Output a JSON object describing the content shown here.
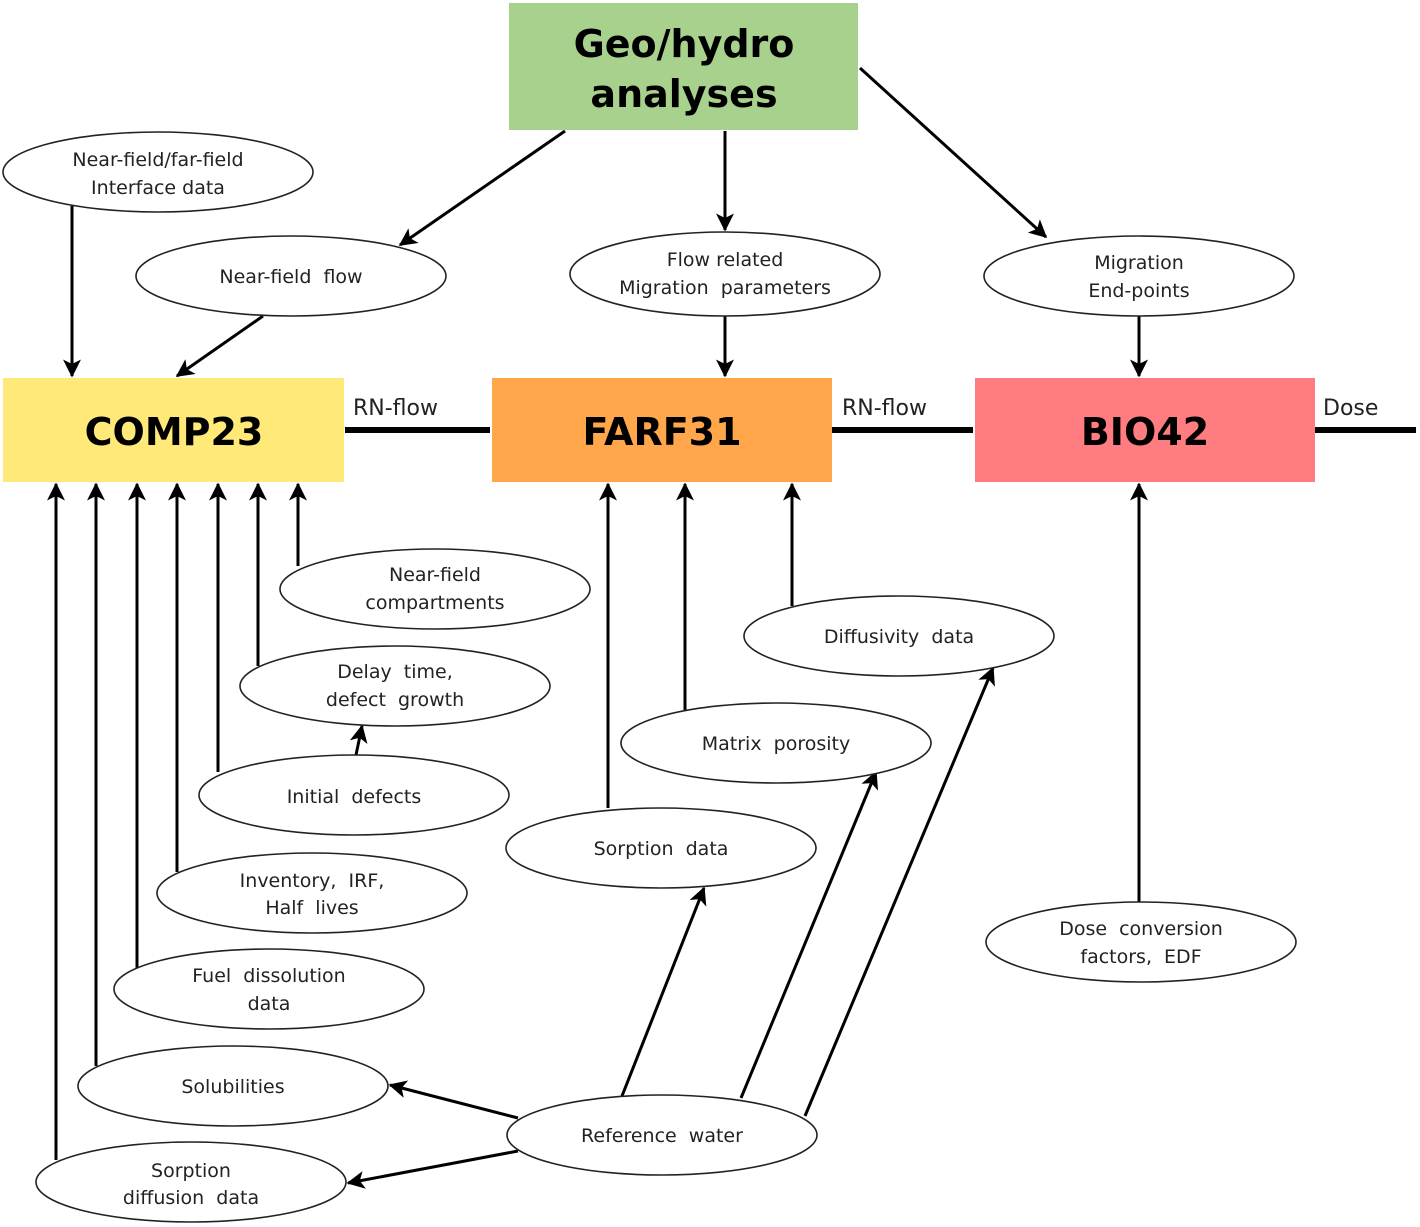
{
  "title": "Data flow between COMP23, FARF31 and BIO42 models",
  "boxes": {
    "geo": {
      "line1": "Geo/hydro",
      "line2": "analyses",
      "color": "#a9d18e"
    },
    "comp": {
      "label": "COMP23",
      "color": "#ffe979"
    },
    "farf": {
      "label": "FARF31",
      "color": "#ffa74a"
    },
    "bio": {
      "label": "BIO42",
      "color": "#ff7c80"
    }
  },
  "flows": {
    "comp_to_farf": "RN-flow",
    "farf_to_bio": "RN-flow",
    "bio_out": "Dose"
  },
  "ellipses": {
    "nf_ff": {
      "line1": "Near-field/far-field",
      "line2": "Interface data"
    },
    "nf_flow": {
      "line1": "Near-field  flow"
    },
    "flow_mig": {
      "line1": "Flow related",
      "line2": "Migration  parameters"
    },
    "mig_end": {
      "line1": "Migration",
      "line2": "End-points"
    },
    "nf_comp": {
      "line1": "Near-field",
      "line2": "compartments"
    },
    "delay": {
      "line1": "Delay  time,",
      "line2": "defect  growth"
    },
    "initial": {
      "line1": "Initial  defects"
    },
    "inventory": {
      "line1": "Inventory,  IRF,",
      "line2": "Half  lives"
    },
    "fuel": {
      "line1": "Fuel  dissolution",
      "line2": "data"
    },
    "solub": {
      "line1": "Solubilities"
    },
    "sorp_diff": {
      "line1": "Sorption",
      "line2": "diffusion  data"
    },
    "diffusivity": {
      "line1": "Diffusivity  data"
    },
    "matrix": {
      "line1": "Matrix  porosity"
    },
    "sorption": {
      "line1": "Sorption  data"
    },
    "ref_water": {
      "line1": "Reference  water"
    },
    "dose_conv": {
      "line1": "Dose  conversion",
      "line2": "factors,  EDF"
    }
  }
}
